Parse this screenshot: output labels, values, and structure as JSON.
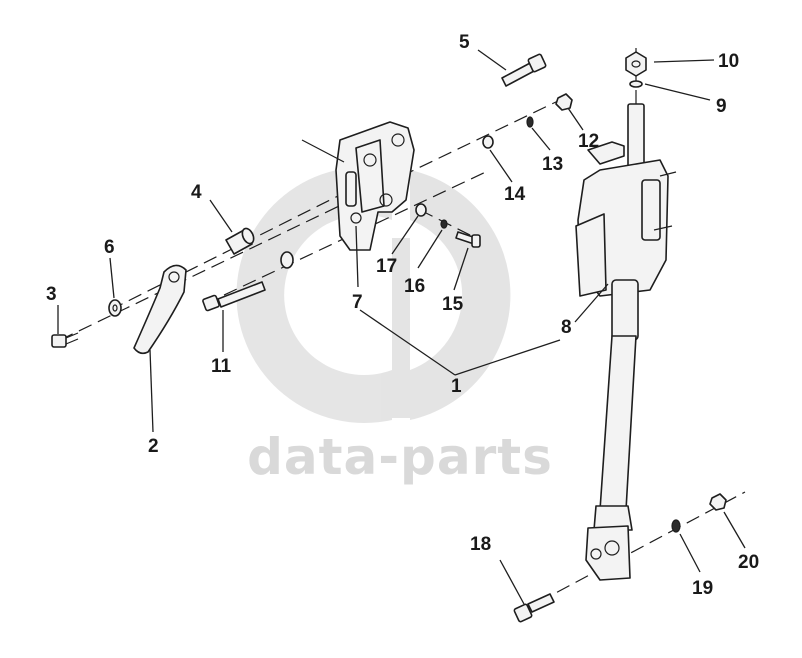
{
  "watermark": {
    "text": "data-parts"
  },
  "callouts": [
    "1",
    "2",
    "3",
    "4",
    "5",
    "6",
    "7",
    "8",
    "9",
    "10",
    "11",
    "12",
    "13",
    "14",
    "15",
    "16",
    "17",
    "18",
    "19",
    "20"
  ],
  "colors": {
    "line": "#1e1e1e",
    "part_fill": "#f3f3f3",
    "watermark": "#d9d9d9"
  }
}
